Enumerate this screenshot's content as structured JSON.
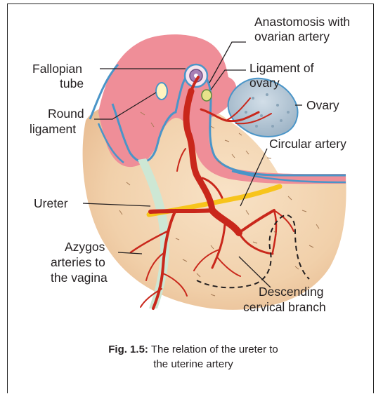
{
  "labels": {
    "anastomosis_1": "Anastomosis with",
    "anastomosis_2": "ovarian artery",
    "fallopian_1": "Fallopian",
    "fallopian_2": "tube",
    "ligament_ovary_1": "Ligament of",
    "ligament_ovary_2": "ovary",
    "ovary": "Ovary",
    "round_lig_1": "Round",
    "round_lig_2": "ligament",
    "circular_artery": "Circular artery",
    "ureter": "Ureter",
    "azygos_1": "Azygos",
    "azygos_2": "arteries to",
    "azygos_3": "the vagina",
    "descending_1": "Descending",
    "descending_2": "cervical branch"
  },
  "caption": {
    "fig_label": "Fig. 1.5:",
    "line1": "The relation of the ureter to",
    "line2": "the uterine artery"
  },
  "colors": {
    "uterus_pink": "#ef8e98",
    "tissue_beige": "#f3d7b5",
    "artery_red": "#c9271b",
    "ureter_yellow": "#f7c41b",
    "ovary_blue": "#b2c6d6",
    "peritoneum_blue": "#4a95c8",
    "vagina_green": "#cde7d4"
  }
}
